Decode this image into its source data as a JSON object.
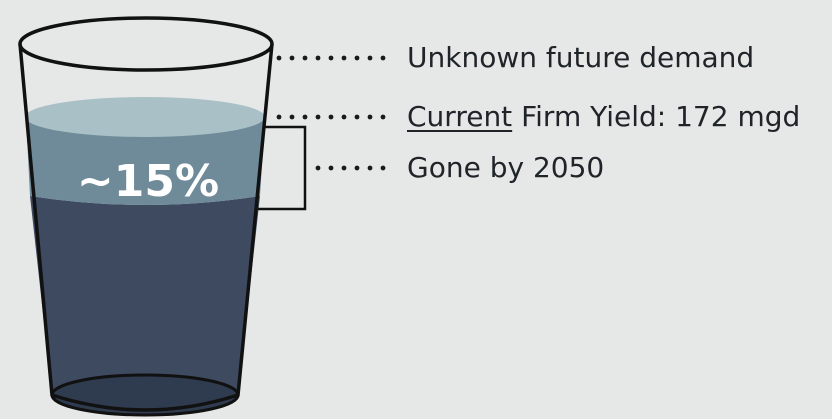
{
  "diagram": {
    "lost_share_label": "~15%",
    "callouts": [
      {
        "text": "Unknown future demand"
      },
      {
        "underlined": "Current",
        "rest": " Firm Yield: 172 mgd"
      },
      {
        "text": "Gone by 2050"
      }
    ]
  },
  "colors": {
    "background": "#e6e8e7",
    "glass_outline": "#111111",
    "water_dark": "#3d4a60",
    "water_mid": "#6f8a99",
    "water_surface": "#a9c0c6",
    "text": "#1f2429"
  }
}
